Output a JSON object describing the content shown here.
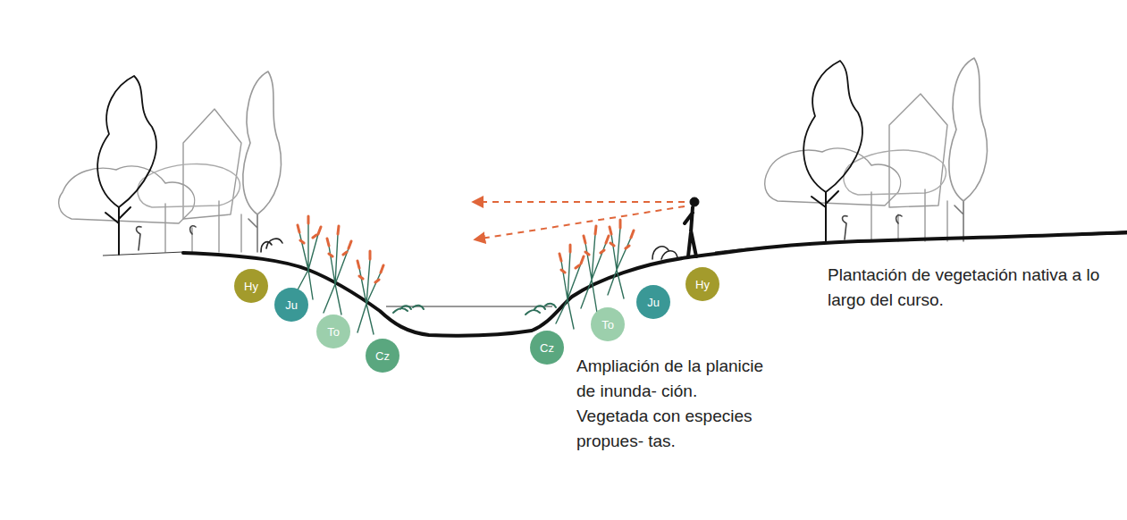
{
  "diagram": {
    "nodes": [
      {
        "text": [
          "Hy"
        ]
      },
      {
        "text": [
          "Ju"
        ]
      },
      {
        "text": [
          "To"
        ]
      },
      {
        "text": [
          "Cz"
        ]
      },
      {
        "text": [
          "Cz"
        ]
      },
      {
        "text": [
          "To"
        ]
      },
      {
        "text": [
          "Ju"
        ]
      },
      {
        "text": [
          "Hy"
        ]
      }
    ],
    "labels": [
      "Ampliación de la planicie de inunda- ción. Vegetada con especies propues- tas.",
      "Plantación de vegetación nativa a lo largo del curso."
    ]
  }
}
